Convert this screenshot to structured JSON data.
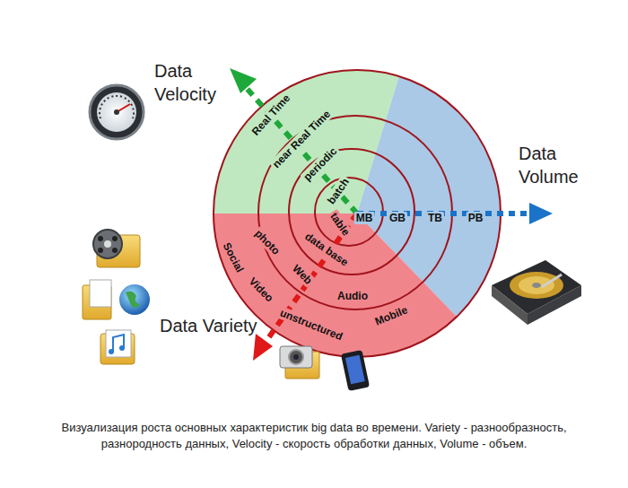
{
  "diagram": {
    "caption": "Визуализация роста основных характеристик big data во времени. Variety - разнообразность, разнородность данных, Velocity - скорость обработки данных, Volume - объем.",
    "labels": [
      "Data Velocity",
      "Data Volume",
      "Data Variety",
      "Real Time",
      "near Real Time",
      "periodic",
      "batch",
      "MB",
      "GB",
      "TB",
      "PB",
      "table",
      "data base",
      "photo",
      "Web",
      "Audio",
      "Social",
      "Video",
      "unstructured",
      "Mobile"
    ]
  }
}
